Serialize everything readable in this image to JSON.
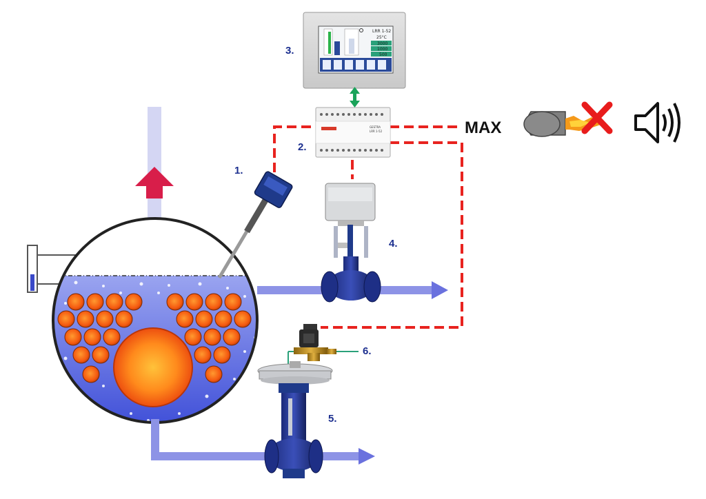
{
  "labels": {
    "level_probe": "1.",
    "controller": "2.",
    "display_unit": "3.",
    "control_valve": "4.",
    "blowdown_valve": "5.",
    "solenoid_valve": "6.",
    "max_alarm": "MAX"
  },
  "display_screen": {
    "model": "LRR 1-52",
    "temperature": "25°C",
    "readings": [
      "3000",
      "1000",
      "500"
    ]
  },
  "controller_module": {
    "brand": "GESTRA",
    "model": "LRR 1-52"
  },
  "icons": [
    "up-arrow-icon",
    "flow-arrow-icon",
    "burner-icon",
    "cross-icon",
    "speaker-icon",
    "double-arrow-icon"
  ],
  "colors": {
    "water": "#7a84e0",
    "signal_line": "#e8231f",
    "steam_arrow": "#d81e4a",
    "pipe": "#8d93e6",
    "text_label": "#1c2f8f",
    "link_arrow": "#1aa35a"
  }
}
